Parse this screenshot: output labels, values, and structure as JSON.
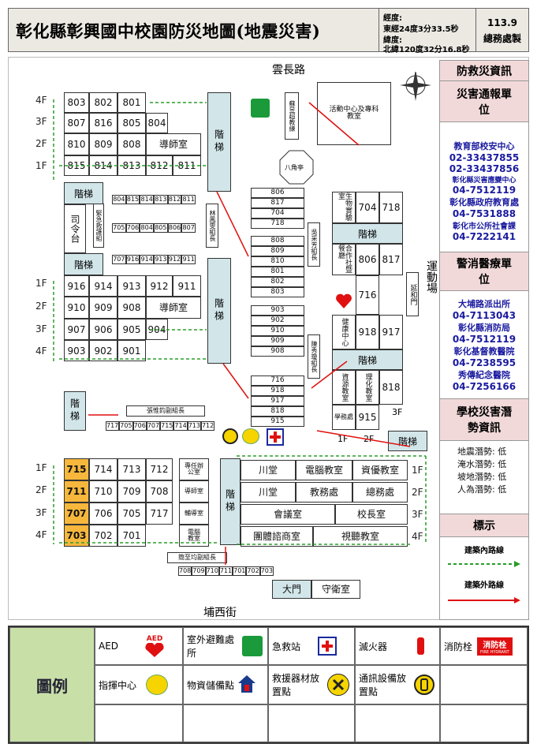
{
  "header": {
    "title": "彰化縣彰興國中校園防災地圖(地震災害)",
    "coord_label_lon": "經度:",
    "coord_lon": "東經24度3分33.5秒",
    "coord_label_lat": "緯度:",
    "coord_lat": "北緯120度32分16.8秒",
    "date": "113.9",
    "maker": "總務處製"
  },
  "streets": {
    "north": "雲長路",
    "south": "埔西街",
    "east": "運動場"
  },
  "compass": "N",
  "floors": {
    "f1": "1F",
    "f2": "2F",
    "f3": "3F",
    "f4": "4F"
  },
  "stairs": "階梯",
  "buildings": {
    "nw_rows": [
      [
        "803",
        "802",
        "801"
      ],
      [
        "807",
        "816",
        "805",
        "804"
      ],
      [
        "810",
        "809",
        "808",
        "導師室"
      ],
      [
        "815",
        "814",
        "813",
        "812",
        "811"
      ]
    ],
    "nw_small": [
      "804",
      "815",
      "814",
      "813",
      "812",
      "811"
    ],
    "mid_small": [
      "705",
      "706",
      "804",
      "805",
      "806",
      "807"
    ],
    "mid_small2": [
      "707",
      "916",
      "914",
      "913",
      "912",
      "911"
    ],
    "w_rows": [
      [
        "916",
        "914",
        "913",
        "912",
        "911"
      ],
      [
        "910",
        "909",
        "908",
        "導師室"
      ],
      [
        "907",
        "906",
        "905",
        "904"
      ],
      [
        "903",
        "902",
        "901"
      ]
    ],
    "siling": "司令台",
    "emergency": "緊急救護組",
    "yuanshu": "蘇昱超教練",
    "activity": "活動中心及專科教室",
    "bajiao": "八角亭",
    "center_col1": [
      "806",
      "817",
      "704",
      "718"
    ],
    "center_col2": [
      "808",
      "809",
      "810",
      "801",
      "802",
      "803"
    ],
    "center_col3": [
      "903",
      "902",
      "910",
      "909",
      "908"
    ],
    "center_col4": [
      "716",
      "918",
      "917",
      "818",
      "915"
    ],
    "ze_group": "吳采芳組長",
    "lin_group": "林鳳雯組長",
    "chen_group": "陳秀瓊組長",
    "zhang_group": "張惟鈞副組長",
    "jian_group": "簡至均副組長",
    "east_block": {
      "bio": "生物實驗室",
      "r704": "704",
      "r718": "718",
      "coop": "合作社暨餐廳",
      "r806": "806",
      "r817": "817",
      "r716": "716",
      "health": "健康中心",
      "r918": "918",
      "r917": "917",
      "resource": "資源教室",
      "chem": "理化教室",
      "r818": "818",
      "study": "學務處",
      "r915": "915",
      "yuehe": "延和門"
    },
    "zhang_row": [
      "717",
      "705",
      "706",
      "707",
      "715",
      "714",
      "713",
      "712"
    ],
    "jian_row": [
      "708",
      "709",
      "710",
      "711",
      "701",
      "702",
      "703"
    ],
    "sw_rows": [
      [
        "715",
        "714",
        "713",
        "712",
        "專任辦公室"
      ],
      [
        "711",
        "710",
        "709",
        "708",
        "導師室"
      ],
      [
        "707",
        "706",
        "705",
        "717",
        "輔導室"
      ],
      [
        "703",
        "702",
        "701",
        "電腦教室"
      ]
    ],
    "se_rows": [
      [
        "川堂",
        "電腦教室",
        "資優教室"
      ],
      [
        "川堂",
        "教務處",
        "總務處"
      ],
      [
        "會議室",
        "校長室"
      ],
      [
        "團體諮商室",
        "視聽教室"
      ]
    ],
    "gate": "大門",
    "guard": "守衛室",
    "f3_label": "3F",
    "f1_label": "1F",
    "f2_label": "2F"
  },
  "sidebar": {
    "h1": "防救災資訊",
    "h2": "災害通報單位",
    "contacts1": [
      {
        "name": "教育部校安中心",
        "phone": "02-33437855"
      },
      {
        "name": "",
        "phone": "02-33437856"
      },
      {
        "name": "彰化縣災害應變中心",
        "phone": "04-7512119"
      },
      {
        "name": "彰化縣政府教育處",
        "phone": "04-7531888"
      },
      {
        "name": "彰化市公所社會課",
        "phone": "04-7222141"
      }
    ],
    "h3": "警消醫療單位",
    "contacts2": [
      {
        "name": "大埔路派出所",
        "phone": "04-7113043"
      },
      {
        "name": "彰化縣消防局",
        "phone": "04-7512119"
      },
      {
        "name": "彰化基督教醫院",
        "phone": "04-7238595"
      },
      {
        "name": "秀傳紀念醫院",
        "phone": "04-7256166"
      }
    ],
    "h4": "學校災害潛勢資訊",
    "potentials": [
      "地震潛勢: 低",
      "淹水潛勢: 低",
      "坡地潛勢: 低",
      "人為潛勢: 低"
    ],
    "h5": "標示",
    "inner": "建築內路線",
    "outer": "建築外路線"
  },
  "legend": {
    "title": "圖例",
    "aed": "AED",
    "aed_icon": "AED",
    "evac": "室外避難處所",
    "firstaid": "急救站",
    "extinguisher": "滅火器",
    "hydrant": "消防栓",
    "hydrant_icon": "消防栓",
    "hydrant_icon_en": "FIRE HYDRANT",
    "command": "指揮中心",
    "storage": "物資儲備點",
    "rescue": "救援器材放置點",
    "comm": "通訊設備放置點"
  },
  "colors": {
    "stair": "#d2e6ea",
    "orange": "#f6b73c",
    "sidebar_head": "#f2d9d9",
    "inner_route": "#2a9d2a",
    "outer_route": "#e01010"
  }
}
